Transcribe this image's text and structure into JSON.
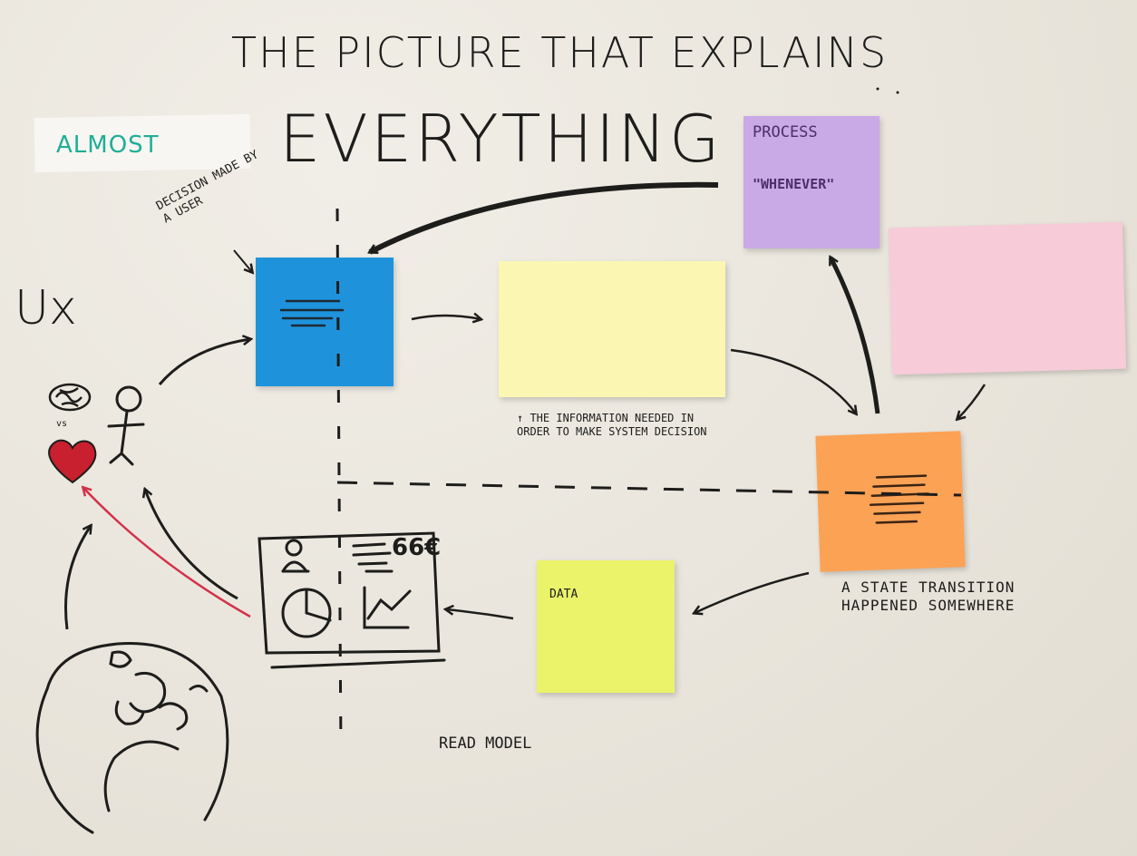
{
  "title": {
    "line1": "The Picture that Explains",
    "line2": "Everything"
  },
  "tag": "Almost",
  "ux_label": "Ux",
  "vs_label": "vs",
  "decision_note": "Decision made by a user",
  "info_note": "↑ The information needed in order to make system decision",
  "state_note": "A state transition happened somewhere",
  "read_model_note": "Read model",
  "stickies": {
    "purple": {
      "label": "Process",
      "quote": "\"Whenever\"",
      "color": "#c9a9e6"
    },
    "blue": {
      "color": "#1e93dc"
    },
    "yellow": {
      "color": "#fbf7b3"
    },
    "pink": {
      "color": "#f7cbd8"
    },
    "orange": {
      "color": "#fca255"
    },
    "green": {
      "label": "Data",
      "color": "#eaf36a"
    }
  },
  "dashboard_value": "66€",
  "colors": {
    "ink": "#1d1d1b",
    "accent_teal": "#1fae97",
    "heart_red": "#c8202e",
    "arrow_red": "#d2334a"
  }
}
